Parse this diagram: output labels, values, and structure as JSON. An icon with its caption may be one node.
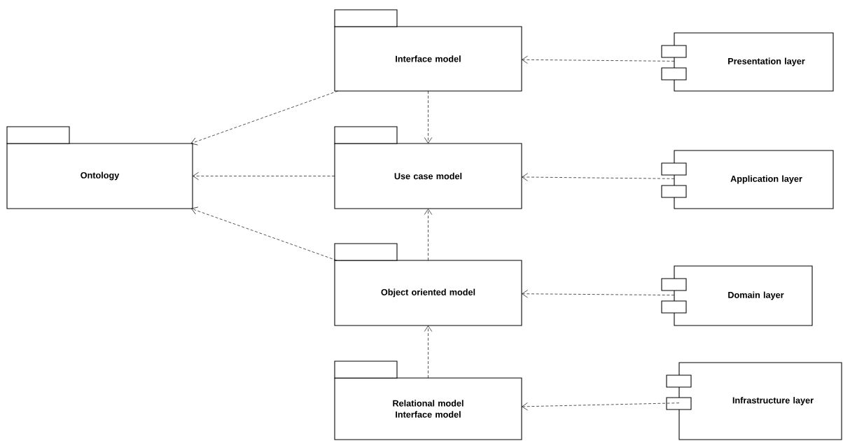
{
  "diagram": {
    "nodes": [
      {
        "text": [
          "Interface model"
        ]
      },
      {
        "text": [
          "Presentation layer"
        ]
      },
      {
        "text": [
          "Ontology"
        ]
      },
      {
        "text": [
          "Use case model"
        ]
      },
      {
        "text": [
          "Application layer"
        ]
      },
      {
        "text": [
          "Object oriented model"
        ]
      },
      {
        "text": [
          "Domain layer"
        ]
      },
      {
        "text": [
          "Relational model Interface model"
        ]
      },
      {
        "text": [
          "Infrastructure layer"
        ]
      }
    ],
    "edges": [
      {
        "from": 1,
        "to": 0,
        "arrow": "to",
        "style": "dashed"
      },
      {
        "from": 0,
        "to": 2,
        "arrow": "to",
        "style": "dashed"
      },
      {
        "from": 0,
        "to": 3,
        "arrow": "to",
        "style": "dashed"
      },
      {
        "from": 3,
        "to": 2,
        "arrow": "to",
        "style": "dashed"
      },
      {
        "from": 4,
        "to": 3,
        "arrow": "to",
        "style": "dashed"
      },
      {
        "from": 5,
        "to": 3,
        "arrow": "to",
        "style": "dashed"
      },
      {
        "from": 5,
        "to": 2,
        "arrow": "to",
        "style": "dashed"
      },
      {
        "from": 6,
        "to": 5,
        "arrow": "to",
        "style": "dashed"
      },
      {
        "from": 7,
        "to": 5,
        "arrow": "to",
        "style": "dashed"
      },
      {
        "from": 8,
        "to": 7,
        "arrow": "to",
        "style": "dashed"
      }
    ]
  }
}
